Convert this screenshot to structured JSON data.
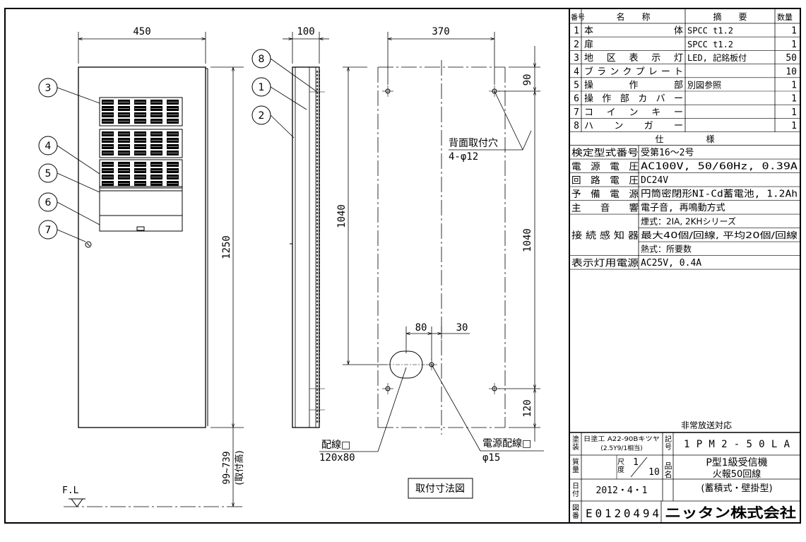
{
  "drawing": {
    "dims": {
      "front_width": "450",
      "side_depth": "100",
      "back_width": "370",
      "front_height": "1250",
      "back_hole_pitch": "1040",
      "back_hole_pitch_2": "1040",
      "top_offset": "90",
      "bottom_offset": "120",
      "slot_width": "80",
      "slot_offset": "30",
      "mount_height": "99~739",
      "mount_height_note": "(取付高)"
    },
    "balloons": [
      "3",
      "4",
      "5",
      "6",
      "7",
      "8",
      "1",
      "2"
    ],
    "back_holes_label_1": "背面取付穴",
    "back_holes_label_2": "4-φ12",
    "wiring_label_1": "配線□",
    "wiring_label_2": "120x80",
    "power_label_1": "電源配線□",
    "power_label_2": "φ15",
    "floor_label": "F.L",
    "view_title": "取付寸法図"
  },
  "parts_table": {
    "headers": [
      "番号",
      "名　　称",
      "摘　　要",
      "数量"
    ],
    "rows": [
      {
        "no": "1",
        "name": "本　　　　体",
        "note": "SPCC t1.2",
        "qty": "1"
      },
      {
        "no": "2",
        "name": "扉",
        "note": "SPCC t1.2",
        "qty": "1"
      },
      {
        "no": "3",
        "name": "地 区 表 示 灯",
        "note": "LED, 記銘板付",
        "qty": "50"
      },
      {
        "no": "4",
        "name": "ブランクプレート",
        "note": "",
        "qty": "10"
      },
      {
        "no": "5",
        "name": "操　　作　　部",
        "note": "別図参照",
        "qty": "1"
      },
      {
        "no": "6",
        "name": "操 作 部 カ バ ー",
        "note": "",
        "qty": "1"
      },
      {
        "no": "7",
        "name": "コ イ ン キ ー",
        "note": "",
        "qty": "1"
      },
      {
        "no": "8",
        "name": "ハ　ン　ガ　ー",
        "note": "",
        "qty": "1"
      }
    ]
  },
  "spec_table": {
    "header": "仕　　　　　様",
    "rows": [
      {
        "label": "検定型式番号",
        "value": "受第16～2号"
      },
      {
        "label": "電　源　電　圧",
        "value": "AC100V, 50/60Hz, 0.39A"
      },
      {
        "label": "回　路　電　圧",
        "value": "DC24V"
      },
      {
        "label": "予　備　電　源",
        "value": "円筒密閉形NI-Cd蓄電池, 1.2Ah"
      },
      {
        "label": "主　　音　　響",
        "value": "電子音, 再鳴動方式"
      },
      {
        "label": "接 続 感 知 器",
        "value_lines": [
          "煙式：2IA, 2KHシリーズ",
          "最大40個/回線, 平均20個/回線",
          "熱式：所要数"
        ]
      },
      {
        "label": "表示灯用電源",
        "value": "AC25V, 0.4A"
      }
    ],
    "note": "非常放送対応"
  },
  "title_block": {
    "paint_label": "塗装",
    "paint_value_1": "日塗工 A22-90Bキツヤ",
    "paint_value_2": "(2.5Y9/1相当)",
    "sym_label": "記号",
    "model": "1PM2-50LA",
    "mass_label": "質量",
    "scale_label": "尺度",
    "scale_value": "1/10",
    "product_label": "品名",
    "product_1": "P型1級受信機",
    "product_2": "火報50回線",
    "product_3": "(蓄積式・壁掛型)",
    "date_label": "日付",
    "date_value": "2012・4・1",
    "drawing_no_label": "図番",
    "drawing_no": "E0120494",
    "company": "ニッタン株式会社"
  }
}
